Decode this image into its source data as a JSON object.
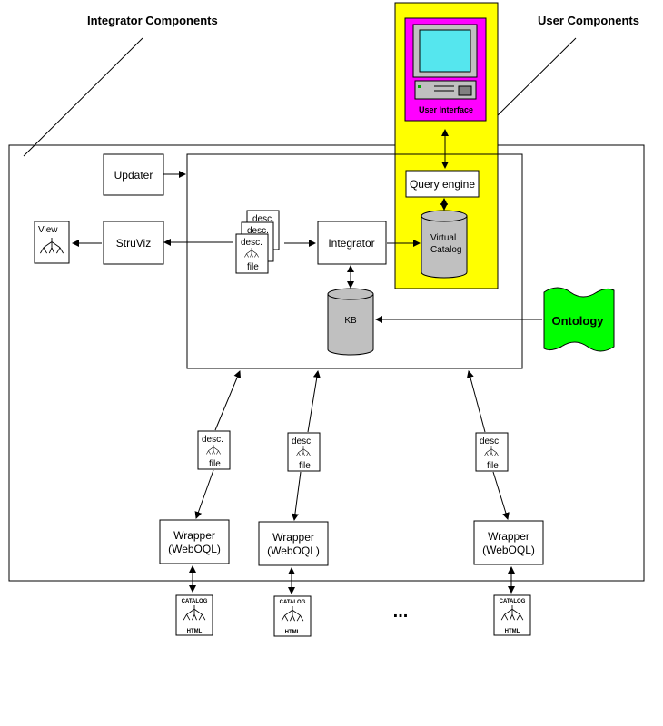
{
  "headings": {
    "integrator_components": "Integrator Components",
    "user_components": "User Components"
  },
  "user_interface": {
    "label": "User Interface"
  },
  "components": {
    "updater": "Updater",
    "struviz": "StruViz",
    "view": "View",
    "integrator": "Integrator",
    "query_engine": "Query engine",
    "virtual_catalog_line1": "Virtual",
    "virtual_catalog_line2": "Catalog",
    "kb": "KB",
    "ontology": "Ontology"
  },
  "desc_file": {
    "line1": "desc.",
    "line2": "file"
  },
  "wrapper": {
    "line1": "Wrapper",
    "line2": "(WebOQL)"
  },
  "catalog": {
    "top": "CATALOG",
    "bottom": "HTML"
  },
  "ellipsis": "...",
  "colors": {
    "user_panel": "#ffff00",
    "user_interface_box": "#ff00ff",
    "monitor_screen": "#55e6ee",
    "cylinder": "#c0c0c0",
    "ontology": "#00ff00"
  }
}
